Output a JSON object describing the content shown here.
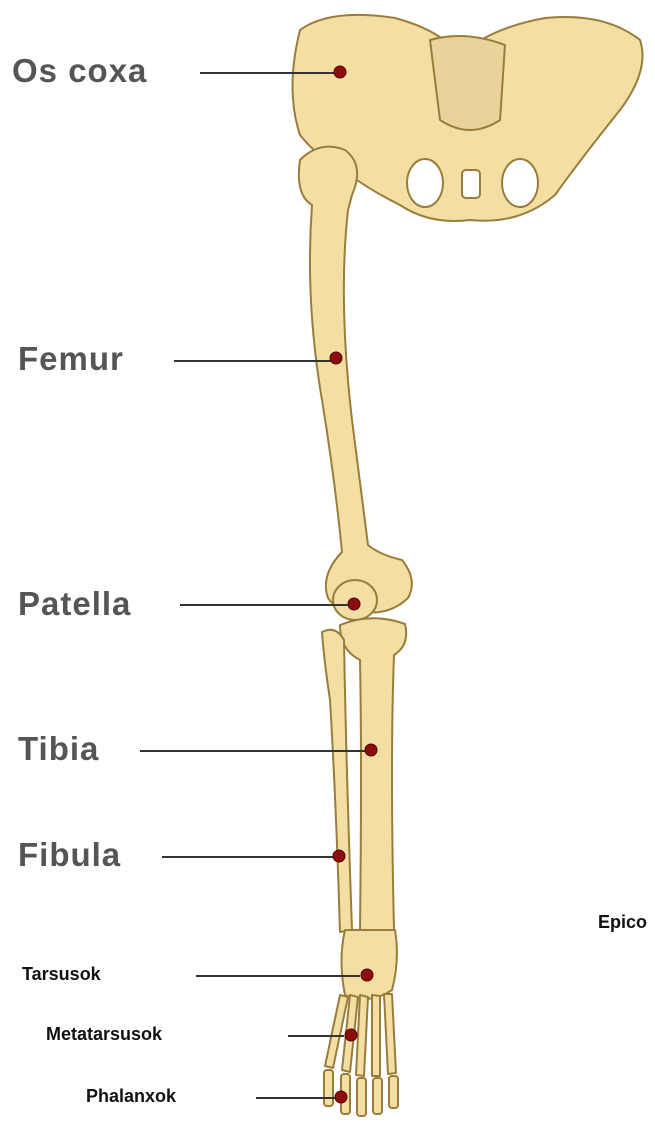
{
  "labels": {
    "os_coxa": "Os coxa",
    "femur": "Femur",
    "patella": "Patella",
    "tibia": "Tibia",
    "fibula": "Fibula",
    "tarsusok": "Tarsusok",
    "metatarsusok": "Metatarsusok",
    "phalanxok": "Phalanxok",
    "cut_off": "Epico"
  },
  "colors": {
    "bone": "#f3dfa4",
    "bone_outline": "#9a7d3b",
    "marker": "#8b0e0e",
    "big_text": "#555555",
    "small_text": "#111111"
  }
}
